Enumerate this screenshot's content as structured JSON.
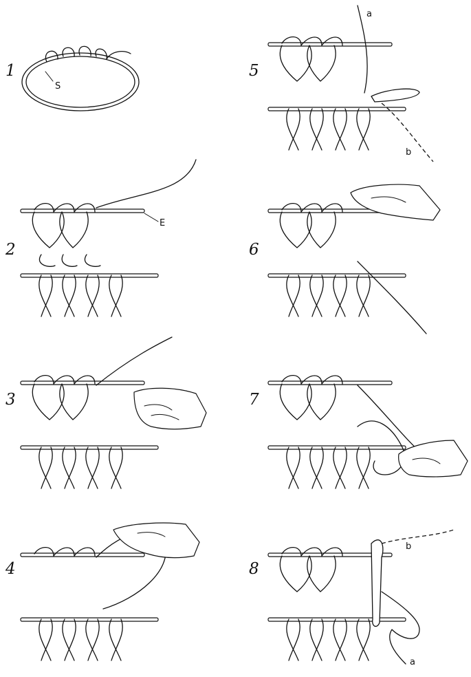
{
  "figure": {
    "steps": [
      {
        "number": "1",
        "callouts": [
          {
            "name": "label-s",
            "text": "S"
          }
        ]
      },
      {
        "number": "2",
        "callouts": [
          {
            "name": "label-e",
            "text": "E"
          }
        ]
      },
      {
        "number": "3",
        "callouts": []
      },
      {
        "number": "4",
        "callouts": []
      },
      {
        "number": "5",
        "callouts": [
          {
            "name": "label-a",
            "text": "a"
          },
          {
            "name": "label-b",
            "text": "b"
          }
        ]
      },
      {
        "number": "6",
        "callouts": []
      },
      {
        "number": "7",
        "callouts": []
      },
      {
        "number": "8",
        "callouts": [
          {
            "name": "label-b",
            "text": "b"
          },
          {
            "name": "label-a",
            "text": "a"
          }
        ]
      }
    ]
  }
}
